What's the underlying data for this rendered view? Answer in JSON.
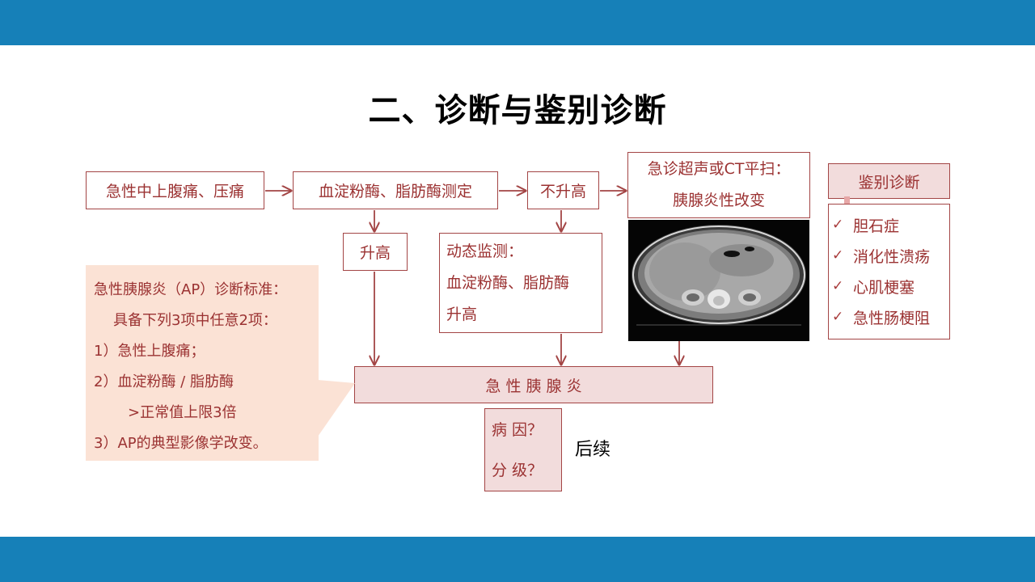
{
  "slide": {
    "title": "二、诊断与鉴别诊断"
  },
  "flow": {
    "symptom": "急性中上腹痛、压痛",
    "enzyme_test": "血淀粉酶、脂肪酶测定",
    "not_elevated": "不升高",
    "imaging_line1": "急诊超声或CT平扫：",
    "imaging_line2": "胰腺炎性改变",
    "elevated": "升高",
    "monitor_line1": "动态监测：",
    "monitor_line2": "血淀粉酶、脂肪酶",
    "monitor_line3": "升高",
    "diagnosis": "急 性 胰 腺 炎",
    "cause": "病 因？",
    "grade": "分 级？",
    "followup": "后续"
  },
  "criteria": {
    "heading": "急性胰腺炎（AP）诊断标准：",
    "subheading": "具备下列3项中任意2项：",
    "item1": "1）急性上腹痛；",
    "item2a": "2）血淀粉酶 / 脂肪酶",
    "item2b": ">正常值上限3倍",
    "item3": "3）AP的典型影像学改变。"
  },
  "differential": {
    "header": "鉴别诊断",
    "items": [
      "胆石症",
      "消化性溃疡",
      "心肌梗塞",
      "急性肠梗阻"
    ]
  },
  "colors": {
    "band": "#1680b8",
    "accent": "#9b3232",
    "pink_fill": "#f2dcdc",
    "callout_fill": "#fbe2d5"
  }
}
